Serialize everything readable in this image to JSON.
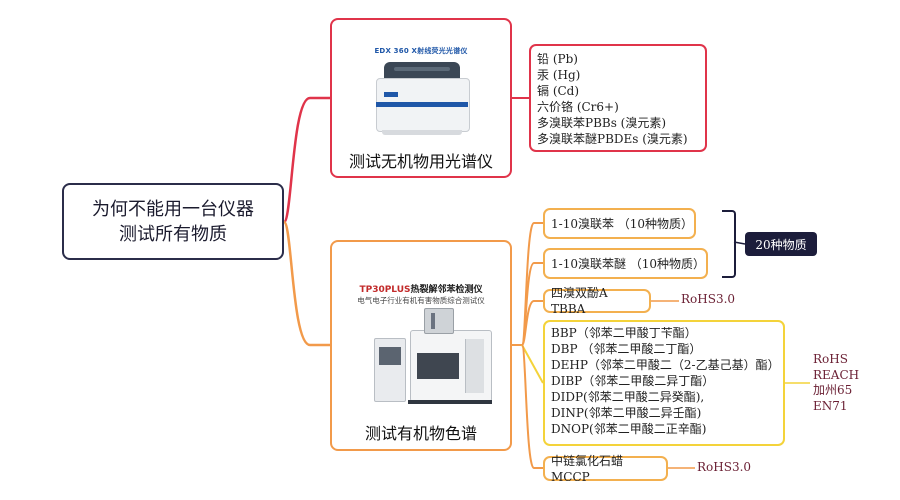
{
  "colors": {
    "root_border": "#2b2d4a",
    "inorganic": "#e0344a",
    "organic": "#f29a4a",
    "flame": "#f3b04f",
    "phthalate": "#f4d33a",
    "summary": "#1c1d3b",
    "tag": "#6a1f33",
    "branch_mid": "#f4d33a"
  },
  "root": {
    "line1": "为何不能用一台仪器",
    "line2": "测试所有物质"
  },
  "inorganic": {
    "caption": "EDX 360 X射线荧光光谱仪",
    "label": "测试无机物用光谱仪",
    "elements": [
      "铅 (Pb)",
      "汞 (Hg)",
      "镉 (Cd)",
      "六价铬 (Cr6+)",
      "多溴联苯PBBs (溴元素)",
      "多溴联苯醚PBDEs (溴元素)"
    ]
  },
  "organic": {
    "caption_brand": "TP30PLUS",
    "caption_rest": "热裂解邻苯检测仪",
    "subcaption": "电气电子行业有机有害物质综合测试仪",
    "label": "测试有机物色谱",
    "pbb": "1-10溴联苯 （10种物质）",
    "pbde": "1-10溴联苯醚 （10种物质）",
    "summary": "20种物质",
    "tbba": "四溴双酚A TBBA",
    "tbba_tag": "RoHS3.0",
    "phthalates": [
      "BBP（邻苯二甲酸丁苄酯）",
      "DBP （邻苯二甲酸二丁酯）",
      "DEHP（邻苯二甲酸二（2-乙基己基）酯）",
      "DIBP（邻苯二甲酸二异丁酯）",
      "DIDP(邻苯二甲酸二异癸酯),",
      "DINP(邻苯二甲酸二异壬酯)",
      "DNOP(邻苯二甲酸二正辛酯)"
    ],
    "phthalate_tags": [
      "RoHS",
      "REACH",
      "加州65",
      "EN71"
    ],
    "mccp": "中链氯化石蜡 MCCP",
    "mccp_tag": "RoHS3.0"
  }
}
